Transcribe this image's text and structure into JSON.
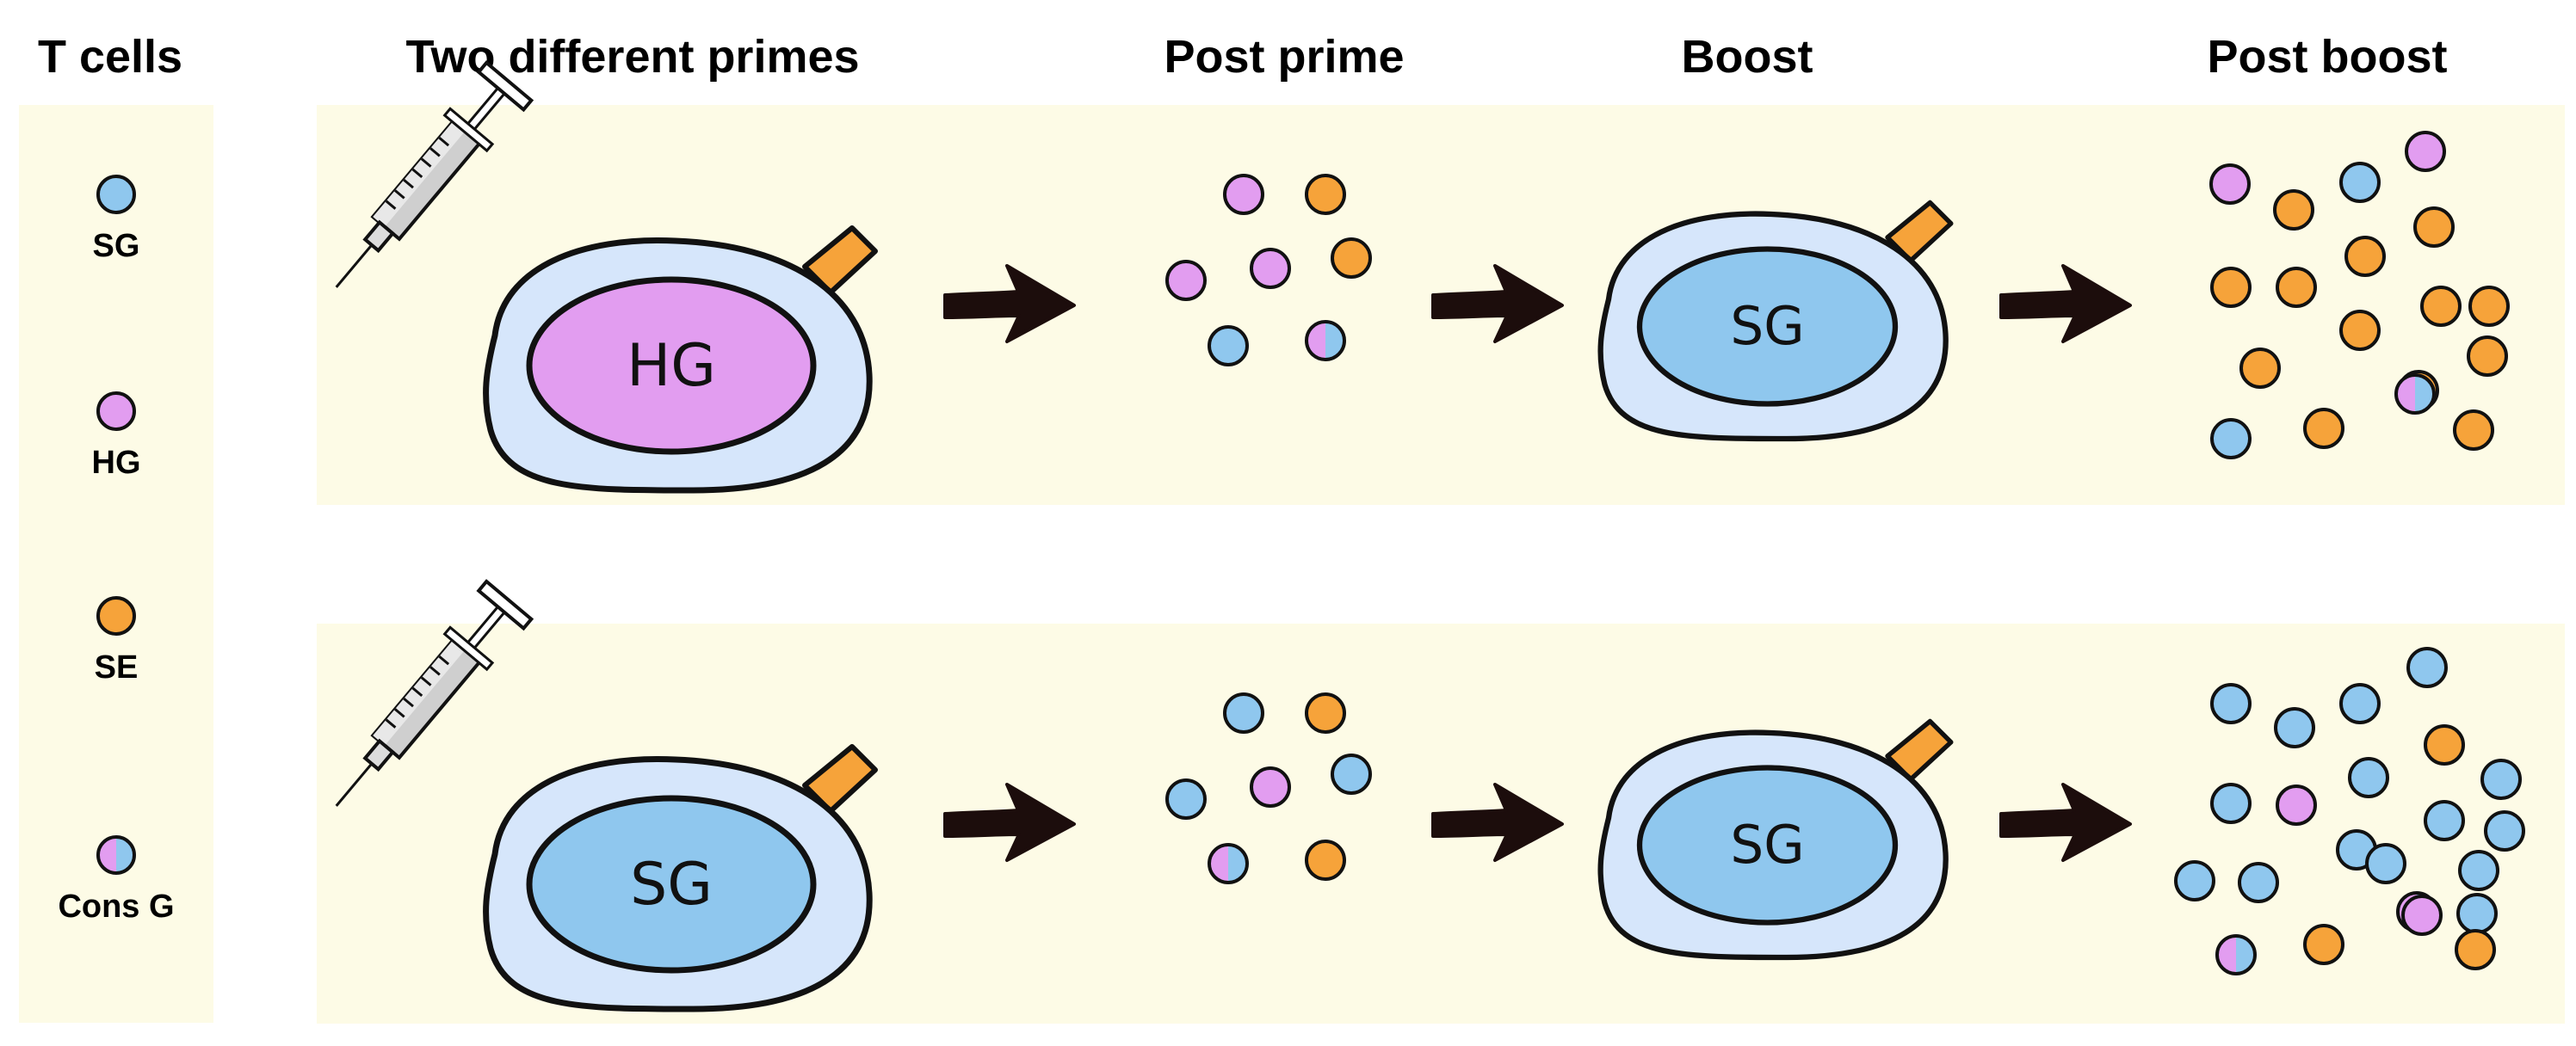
{
  "headers": {
    "t_cells": "T cells",
    "primes": "Two different primes",
    "post_prime": "Post prime",
    "boost": "Boost",
    "post_boost": "Post boost"
  },
  "legend": [
    {
      "label": "SG",
      "type": "SG"
    },
    {
      "label": "HG",
      "type": "HG"
    },
    {
      "label": "SE",
      "type": "SE"
    },
    {
      "label": "Cons G",
      "type": "Cons G"
    }
  ],
  "colors": {
    "SG": "#8fc7ee",
    "HG": "#e29df0",
    "SE": "#f6a33a",
    "panel": "#fdfbe6",
    "cell_outer": "#d6e6fb",
    "arrow": "#1c0d0c"
  },
  "rows": [
    {
      "prime_label": "HG",
      "prime_type": "HG",
      "boost_label": "SG",
      "boost_type": "SG",
      "post_prime_cells": [
        "HG",
        "SE",
        "HG",
        "HG",
        "SE",
        "SG",
        "Cons G"
      ],
      "post_boost_cells": [
        "HG",
        "SE",
        "SG",
        "HG",
        "SE",
        "SE",
        "SE",
        "SE",
        "SE",
        "SE",
        "SE",
        "SE",
        "SE",
        "SE",
        "Cons G",
        "SG",
        "SE",
        "SE"
      ]
    },
    {
      "prime_label": "SG",
      "prime_type": "SG",
      "boost_label": "SG",
      "boost_type": "SG",
      "post_prime_cells": [
        "SG",
        "SE",
        "SG",
        "HG",
        "SG",
        "Cons G",
        "SE"
      ],
      "post_boost_cells": [
        "SG",
        "SG",
        "SG",
        "SG",
        "SG",
        "HG",
        "SG",
        "SE",
        "SG",
        "SG",
        "SG",
        "SG",
        "SG",
        "SG",
        "SG",
        "SG",
        "Cons G",
        "SE",
        "Cons G",
        "HG",
        "SG",
        "SE"
      ]
    }
  ]
}
